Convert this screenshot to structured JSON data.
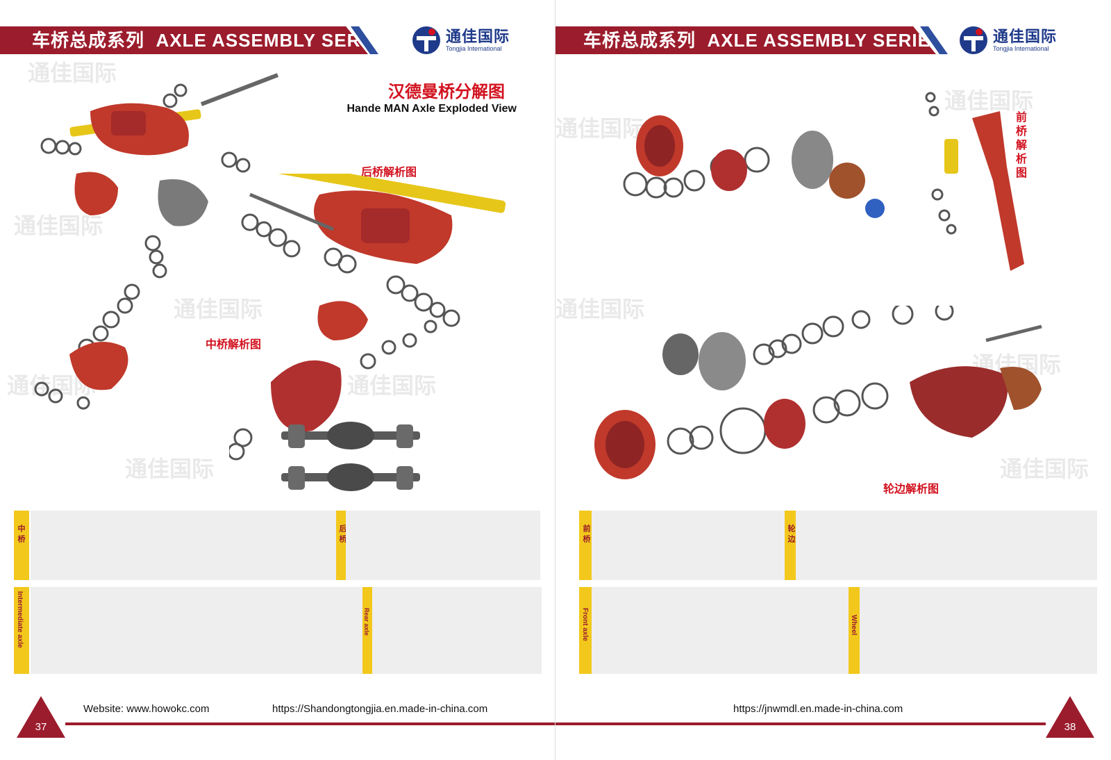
{
  "banner": {
    "cn": "车桥总成系列",
    "en": "AXLE ASSEMBLY SERIES"
  },
  "logo": {
    "cn": "通佳国际",
    "en": "Tongjia International"
  },
  "left_page": {
    "title_cn": "汉德曼桥分解图",
    "title_en": "Hande MAN Axle Exploded View",
    "rear_label": "后桥解析图",
    "middle_label": "中桥解析图",
    "page_number": "37",
    "website": "Website: www.howokc.com",
    "url": "https://Shandongtongjia.en.made-in-china.com",
    "table_labels": {
      "middle_cn": "中桥",
      "rear_cn": "后桥",
      "middle_en": "Intermediate axle",
      "rear_en": "Rear axle"
    }
  },
  "right_page": {
    "front_label": "前桥解析图",
    "wheel_label": "轮边解析图",
    "page_number": "38",
    "url": "https://jnwmdl.en.made-in-china.com",
    "table_labels": {
      "front_cn": "前桥",
      "wheel_cn": "轮边",
      "front_en": "Front axle",
      "wheel_en": "Wheel"
    }
  },
  "colors": {
    "brand_red": "#9b1c2c",
    "title_red": "#d2121f",
    "brand_blue": "#1f3a8a",
    "table_yellow": "#f2c81c",
    "part_red": "#c0392b",
    "part_yellow": "#e6c619"
  }
}
